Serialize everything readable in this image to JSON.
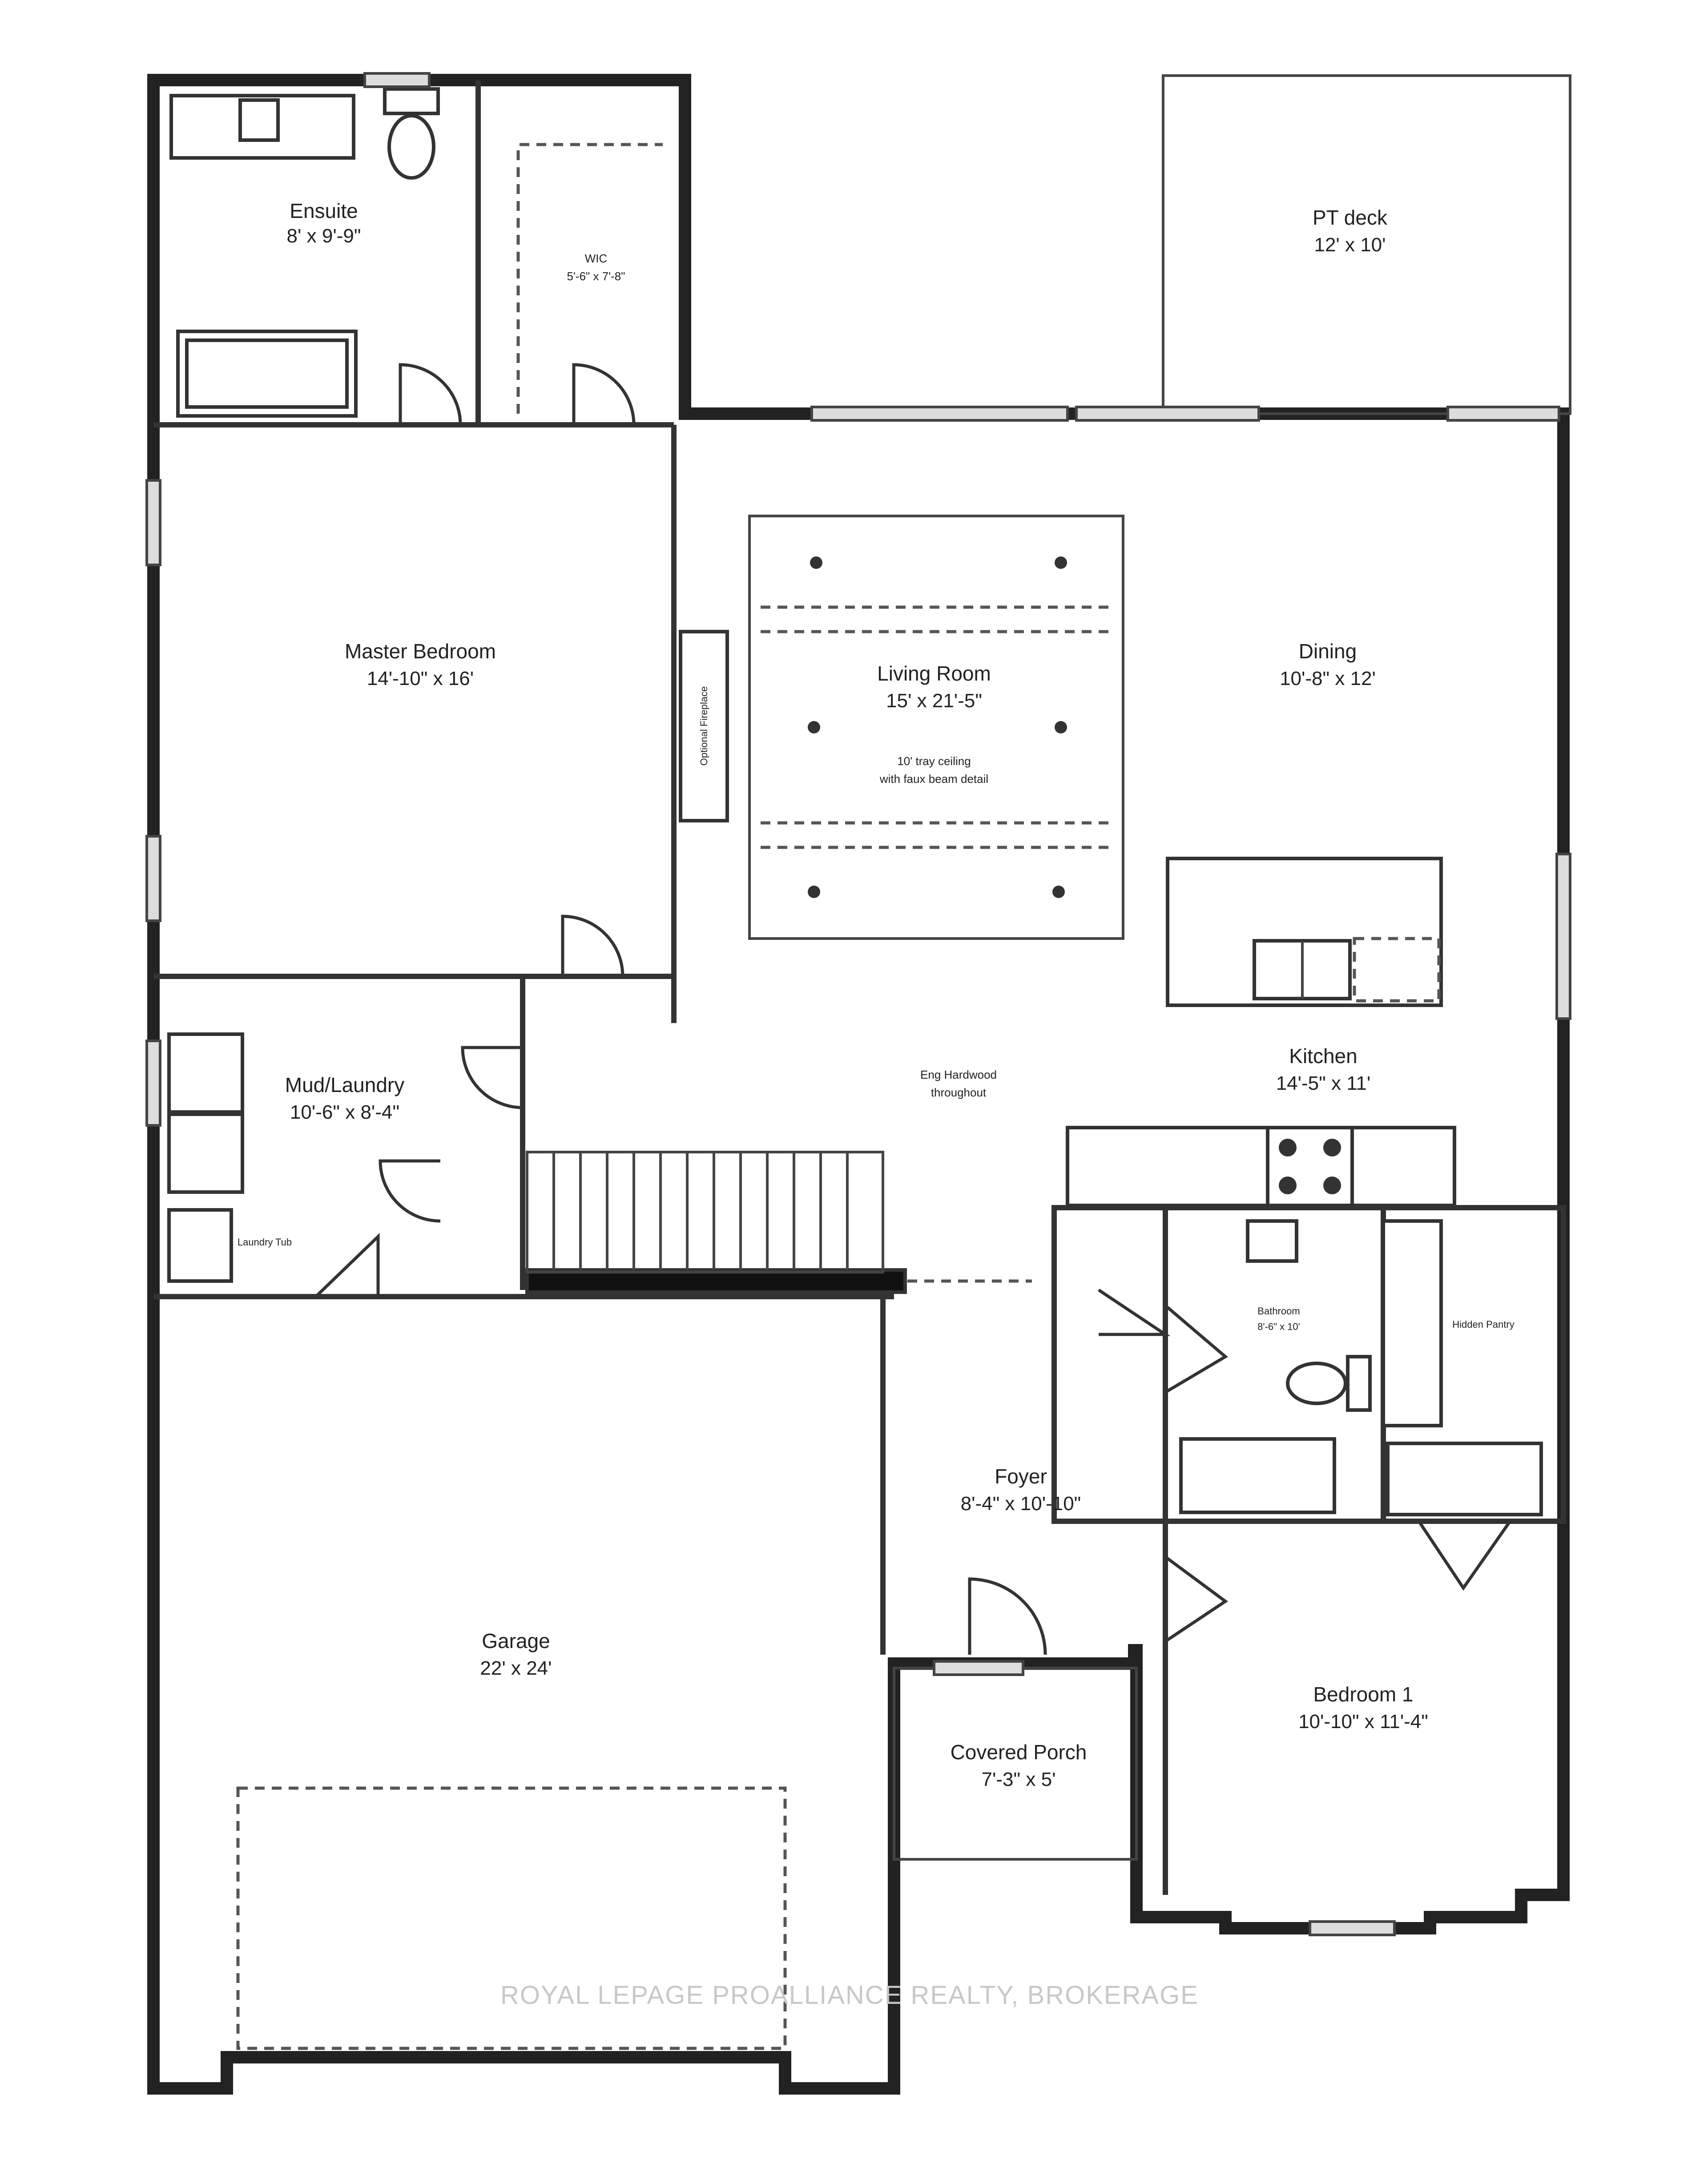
{
  "rooms": {
    "ensuite": {
      "name": "Ensuite",
      "dims": "8' x 9'-9\"",
      "note": ""
    },
    "wic": {
      "name": "WIC",
      "dims": "5'-6\" x 7'-8\""
    },
    "pt_deck": {
      "name": "PT deck",
      "dims": "12' x 10'"
    },
    "master_bedroom": {
      "name": "Master Bedroom",
      "dims": "14'-10\" x 16'"
    },
    "living_room": {
      "name": "Living Room",
      "dims": "15' x 21'-5\"",
      "note_line1": "10' tray ceiling",
      "note_line2": "with faux beam detail"
    },
    "dining": {
      "name": "Dining",
      "dims": "10'-8\" x 12'"
    },
    "kitchen": {
      "name": "Kitchen",
      "dims": "14'-5\" x 11'"
    },
    "mud_laundry": {
      "name": "Mud/Laundry",
      "dims": "10'-6\" x 8'-4\""
    },
    "laundry_tub": {
      "name": "Laundry Tub"
    },
    "bathroom": {
      "name": "Bathroom",
      "dims": "8'-6\" x 10'"
    },
    "hidden_pantry": {
      "name": "Hidden Pantry"
    },
    "foyer": {
      "name": "Foyer",
      "dims": "8'-4\" x 10'-10\""
    },
    "garage": {
      "name": "Garage",
      "dims": "22' x 24'"
    },
    "covered_porch": {
      "name": "Covered Porch",
      "dims": "7'-3\" x 5'"
    },
    "bedroom_1": {
      "name": "Bedroom 1",
      "dims": "10'-10\" x 11'-4\""
    }
  },
  "labels": {
    "optional_fireplace": "Optional Fireplace",
    "flooring_note_line1": "Eng Hardwood",
    "flooring_note_line2": "throughout"
  },
  "watermark": "ROYAL LEPAGE PROALLIANCE REALTY, BROKERAGE"
}
